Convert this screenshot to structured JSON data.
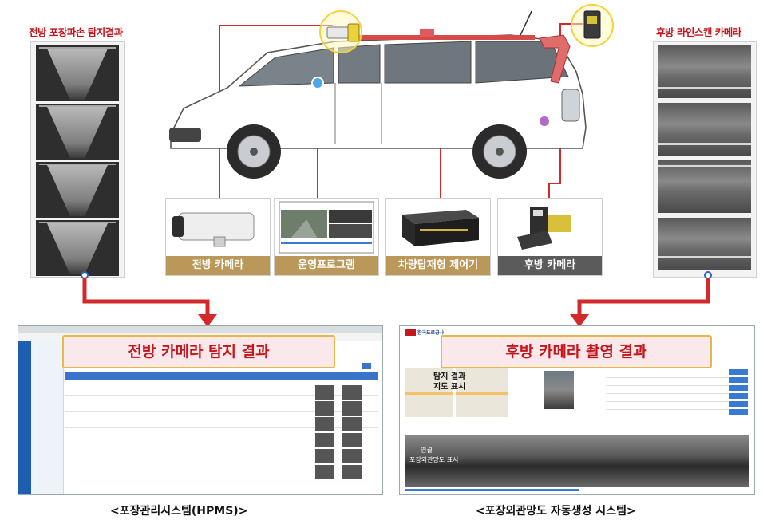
{
  "left_title": "전방 포장파손 탐지결과",
  "right_title": "후방 라인스캔 카메라",
  "components": [
    {
      "label": "전방 카메라"
    },
    {
      "label": "운영프로그램"
    },
    {
      "label": "차량탑재형 제어기"
    },
    {
      "label": "후방 카메라"
    }
  ],
  "hpms": {
    "overlay": "전방 카메라 탐지 결과",
    "caption": "<포장관리시스템(HPMS)>"
  },
  "auto": {
    "overlay": "후방 카메라 촬영 결과",
    "caption": "<포장외관망도 자동생성 시스템>",
    "brand": "한국도로공사",
    "map_label_1": "탐지 결과",
    "map_label_2": "지도 표시",
    "strip_label_1": "연결",
    "strip_label_2": "포장외관망도 표시"
  },
  "colors": {
    "accent_red": "#c4161c",
    "caption_gold": "#b9985a",
    "caption_gray": "#5b5b5b",
    "highlight_yellow": "#f3d23c",
    "marker_blue": "#4aa7e8",
    "marker_purple": "#b06ac8"
  },
  "icons": [
    "front-camera-icon",
    "rear-camera-icon",
    "connector-dot-icon",
    "arrow-down-icon"
  ]
}
